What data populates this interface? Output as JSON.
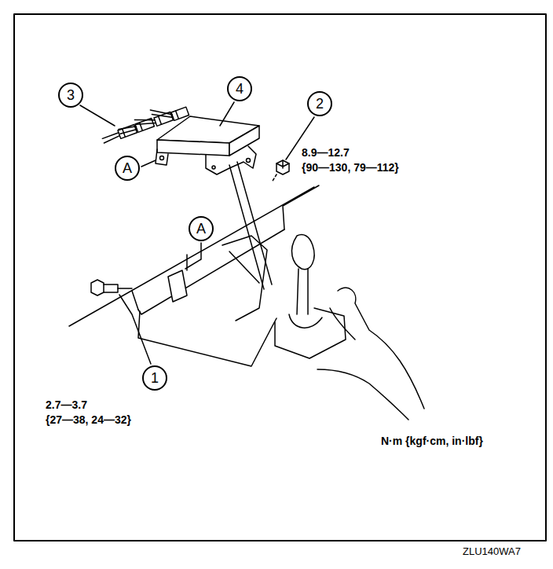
{
  "diagram": {
    "nodes": [
      {
        "text": [
          "3"
        ]
      },
      {
        "text": [
          "4"
        ]
      },
      {
        "text": [
          "2"
        ]
      },
      {
        "text": [
          "A"
        ]
      },
      {
        "text": [
          "A"
        ]
      },
      {
        "text": [
          "1"
        ]
      }
    ],
    "labels": [
      "8.9—12.7",
      "{90—130, 79—112}",
      "2.7—3.7",
      "{27—38, 24—32}",
      "N·m {kgf·cm, in·lbf}",
      "ZLU140WA7"
    ]
  }
}
